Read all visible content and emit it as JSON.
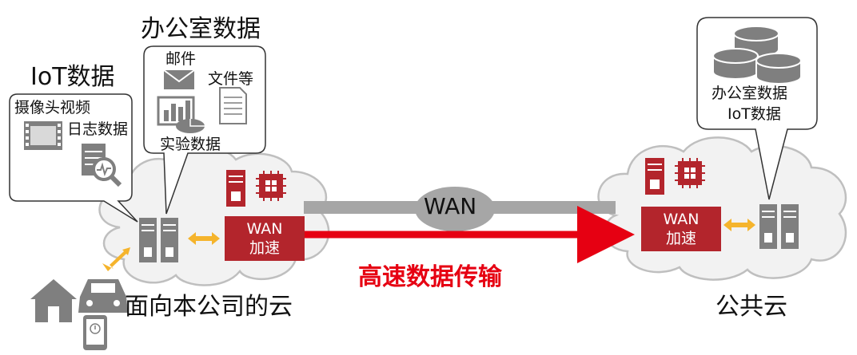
{
  "labels": {
    "iot_title": "IoT数据",
    "office_title": "办公室数据",
    "camera": "摄像头视频",
    "log": "日志数据",
    "mail": "邮件",
    "files": "文件等",
    "experiment": "实验数据",
    "cloud_office": "办公室数据",
    "cloud_iot": "IoT数据",
    "wan": "WAN",
    "wan_accel_left_1": "WAN",
    "wan_accel_left_2": "加速",
    "wan_accel_right_1": "WAN",
    "wan_accel_right_2": "加速",
    "transfer": "高速数据传输",
    "private_cloud": "面向本公司的云",
    "public_cloud": "公共云"
  },
  "colors": {
    "accent_red": "#e60012",
    "wan_box": "#b3252c",
    "arrow_orange": "#f5b42c",
    "cloud_fill": "#f2f2f2",
    "cloud_stroke": "#bfbfbf",
    "icon_gray": "#7f7f7f"
  },
  "icons": [
    "film-icon",
    "log-search-icon",
    "mail-icon",
    "document-icon",
    "chart-icon",
    "database-icon",
    "server-icon",
    "cpu-icon",
    "house-icon",
    "car-icon",
    "smartphone-icon"
  ]
}
